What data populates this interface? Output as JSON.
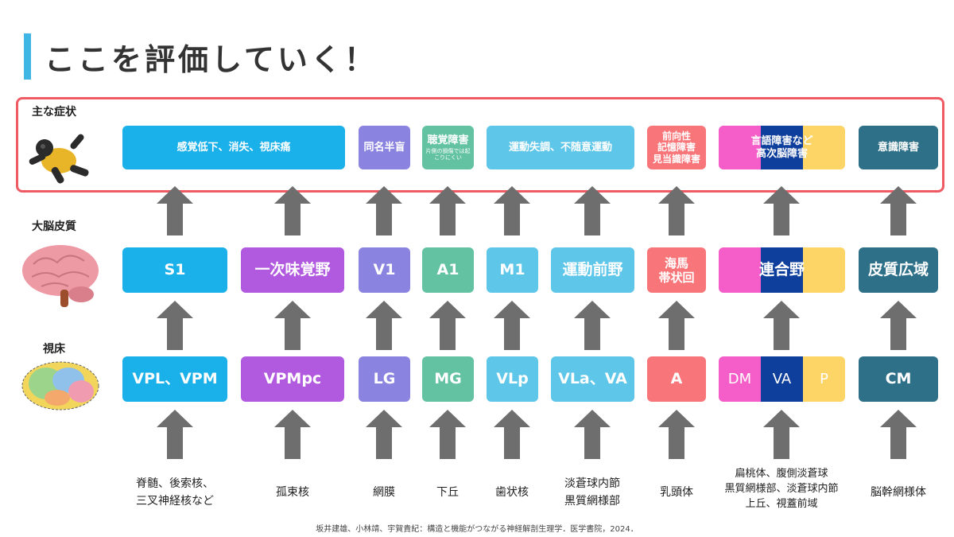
{
  "title": "ここを評価していく！",
  "row_labels": {
    "symptoms": "主な症状",
    "cortex": "大脳皮質",
    "thalamus": "視床"
  },
  "symptoms": {
    "somatic": "感覚低下、消失、視床痛",
    "visual": "同名半盲",
    "auditory": "聴覚障害",
    "auditory_note": "片側の損傷では起こりにくい",
    "motor": "運動失調、不随意運動",
    "memory_1": "前向性",
    "memory_2": "記憶障害",
    "memory_3": "見当識障害",
    "language_1": "言語障害など",
    "language_2": "高次脳障害",
    "consciousness": "意識障害"
  },
  "cortex": {
    "s1": "S1",
    "gustatory": "一次味覚野",
    "v1": "V1",
    "a1": "A1",
    "m1": "M1",
    "premotor": "運動前野",
    "hippocampus_1": "海馬",
    "hippocampus_2": "帯状回",
    "association": "連合野",
    "widespread": "皮質広域"
  },
  "thalamus": {
    "vpl_vpm": "VPL、VPM",
    "vpmpc": "VPMpc",
    "lg": "LG",
    "mg": "MG",
    "vlp": "VLp",
    "vla_va": "VLa、VA",
    "a": "A",
    "dm": "DM",
    "va": "VA",
    "p": "P",
    "cm": "CM"
  },
  "inputs": {
    "somatic_1": "脊髄、後索核、",
    "somatic_2": "三叉神経核など",
    "solitary": "孤束核",
    "retina": "網膜",
    "inferior_colliculus": "下丘",
    "dentate": "歯状核",
    "motor_1": "淡蒼球内節",
    "motor_2": "黒質網様部",
    "mammillary": "乳頭体",
    "assoc_1": "扁桃体、腹側淡蒼球",
    "assoc_2": "黒質網様部、淡蒼球内節",
    "assoc_3": "上丘、視蓋前域",
    "brainstem": "脳幹網様体"
  },
  "citation": "坂井建雄、小林靖、宇賀貴紀：構造と機能がつながる神経解剖生理学．医学書院，2024．",
  "colors": {
    "blue": "#1ab0ea",
    "purple": "#b15ae0",
    "indigo": "#8a83df",
    "green": "#62c2a2",
    "skyblue": "#5ec6e8",
    "salmon": "#f87679",
    "pink": "#f55ec9",
    "navy": "#0e3f9c",
    "yellow": "#fdd466",
    "teal": "#2e7088",
    "arrow": "#6e6e6e",
    "highlight": "#ef5b64",
    "title_bar": "#3fb6e4"
  }
}
